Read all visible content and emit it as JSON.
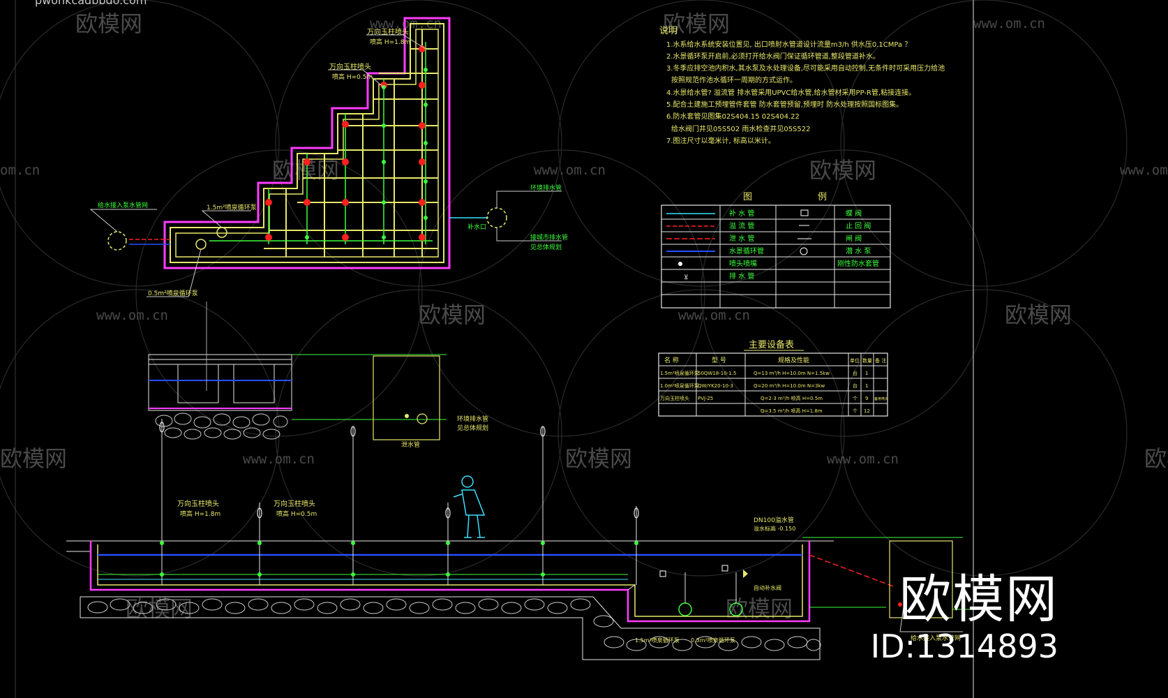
{
  "top_label": "pwonkcadbbdo.com",
  "watermark": {
    "brand": "欧模网",
    "url": "www.om.cn",
    "url_partial": "om.cn"
  },
  "brand_overlay": {
    "title": "欧模网",
    "id": "ID:1314893"
  },
  "notes": {
    "heading": "说明",
    "lines": [
      "1.水系给水系统安装位置见, 出口喷射水管道设计流量m3/h 供水压0.1CMPa ？",
      "2.水景循环泵开启前,必须打开给水阀门保证循环管道,整段管道补水。",
      "3.冬季应排空池内积水,其水泵及水处理设备,尽可能采用自动控制,无条件时可采用压力给池",
      "按照规范作池水循环一周期的方式运作。",
      "4.水景给水管? 溢流管 排水管采用UPVC给水管,给水管材采用PP-R管,粘接连接。",
      "5.配合土建施工预埋管件套管 防水套管预留,预埋时 防水处理按照国标图集。",
      "6.防水套管见图集02S404.15 02S404.22",
      "给水阀门井见05S502 雨水检查井见05S522",
      "7.图注尺寸以毫米计, 标高以米计。"
    ]
  },
  "legend": {
    "title": "图 例",
    "rows": [
      [
        "补 水 管",
        "蝶 阀"
      ],
      [
        "溢 流 管",
        "止 回 阀"
      ],
      [
        "泄 水 管",
        "闸 阀"
      ],
      [
        "水景循环管",
        "潜 水 泵"
      ],
      [
        "喷头喷嘴",
        "刚性防水套管"
      ],
      [
        "排 水 管",
        ""
      ]
    ]
  },
  "equipment": {
    "title": "主要设备表",
    "headers": [
      "名 称",
      "型 号",
      "规格及性能",
      "单位",
      "数量",
      "备 注"
    ],
    "rows": [
      [
        "1.5m²喷泉循环泵",
        "50QW18-10-1.5",
        "Q=13 m³/h H=10.0m N=1.5kw",
        "台",
        "1",
        ""
      ],
      [
        "1.0m²喷泉循环泵",
        "QW/YK20-10-3",
        "Q=20 m³/h H=10.0m N=3kw",
        "台",
        "1",
        ""
      ],
      [
        "万向玉柱喷头",
        "PVJ-25",
        "Q=2-3 m³/h 喷高 H=0.5m",
        "个",
        "9",
        "备用喷头"
      ],
      [
        "",
        "",
        "Q=3.5 m³/h 喷高 H=1.8m",
        "个",
        "12",
        ""
      ]
    ]
  },
  "plan_labels": {
    "nozzle_a": "万向玉柱喷头",
    "nozzle_a_spec": "喷高 H=1.8m",
    "nozzle_b": "万向玉柱喷头",
    "nozzle_b_spec": "喷高 H=0.5m",
    "pump_15": "1.5m²喷泉循环泵",
    "pump_05": "0.5m²喷泉循环泵",
    "inlet": "给水接入泵水管网",
    "outlet1": "环境排水管",
    "outlet2": "接城市排水管",
    "outlet3": "见总体规划",
    "drain": "补水口"
  },
  "section_labels": {
    "nozzle_1": "万向玉柱喷头",
    "nozzle_1_spec": "喷高 H=1.8m",
    "nozzle_2": "万向玉柱喷头",
    "nozzle_2_spec": "喷高 H=0.5m",
    "overflow": "DN100溢水管",
    "overflow_elev": "溢水标高 -0.150",
    "auto_valve": "自动补水阀",
    "pump_15": "1.5m²喷泉循环泵",
    "pump_03": "0.3m²喷泉循环泵",
    "inlet": "给水接入泵水管网",
    "detail_out1": "环境排水管",
    "detail_out2": "见总体规划",
    "detail_valve": "泄水管"
  },
  "colors": {
    "background": "#000000",
    "green": "#3cff3c",
    "yellow": "#e8e86a",
    "magenta": "#ff3cff",
    "red": "#ff2020",
    "blue": "#2850ff",
    "cyan": "#3ce0ff",
    "watermark": "#4a4a4a"
  }
}
